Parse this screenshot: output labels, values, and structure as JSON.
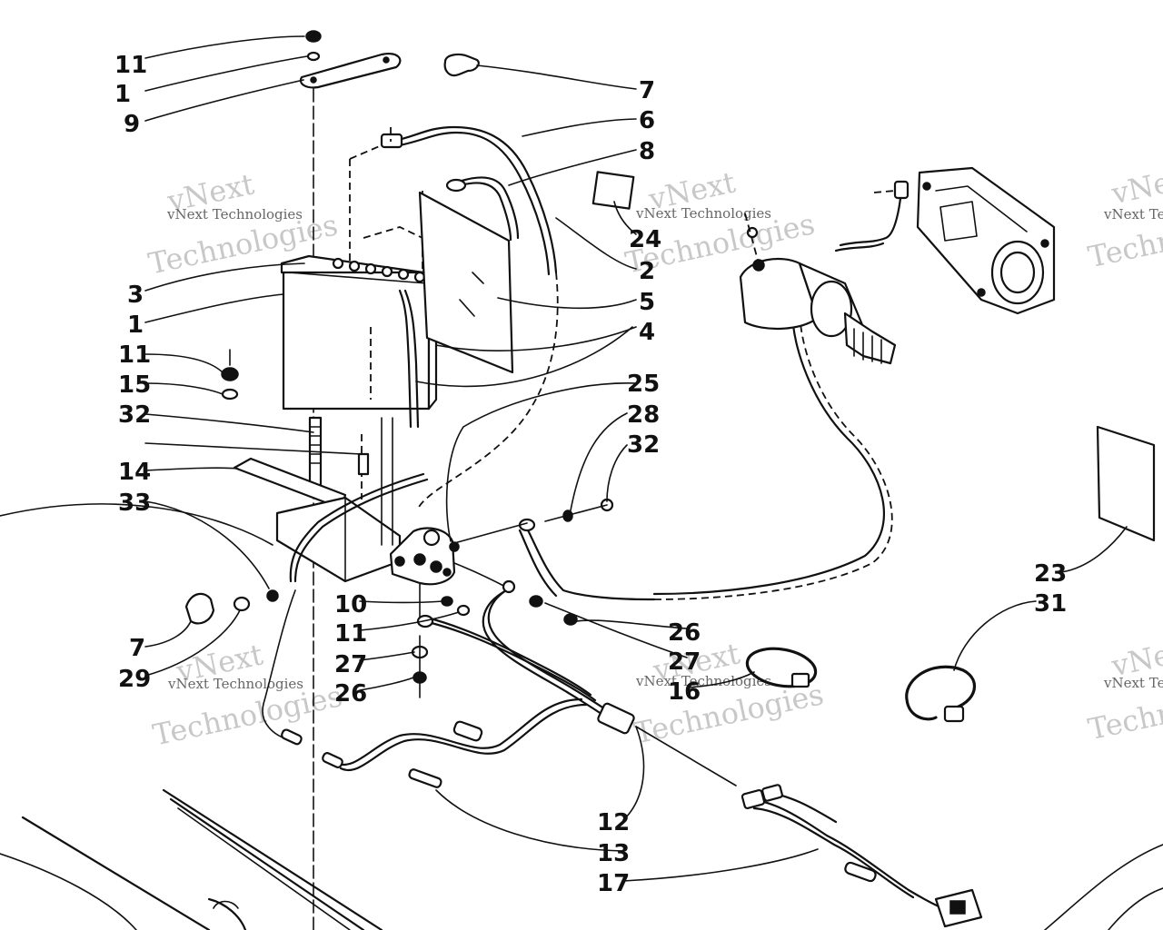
{
  "watermark": {
    "small": "vNext Technologies",
    "big_top": "vNext",
    "big_bottom": "Technologies"
  },
  "callouts": [
    {
      "id": "c-11-a",
      "text": "11"
    },
    {
      "id": "c-1-a",
      "text": "1"
    },
    {
      "id": "c-9",
      "text": "9"
    },
    {
      "id": "c-7-a",
      "text": "7"
    },
    {
      "id": "c-6",
      "text": "6"
    },
    {
      "id": "c-8",
      "text": "8"
    },
    {
      "id": "c-24",
      "text": "24"
    },
    {
      "id": "c-2",
      "text": "2"
    },
    {
      "id": "c-5",
      "text": "5"
    },
    {
      "id": "c-4",
      "text": "4"
    },
    {
      "id": "c-3",
      "text": "3"
    },
    {
      "id": "c-1-b",
      "text": "1"
    },
    {
      "id": "c-11-b",
      "text": "11"
    },
    {
      "id": "c-15",
      "text": "15"
    },
    {
      "id": "c-32-a",
      "text": "32"
    },
    {
      "id": "c-14",
      "text": "14"
    },
    {
      "id": "c-33",
      "text": "33"
    },
    {
      "id": "c-25",
      "text": "25"
    },
    {
      "id": "c-28",
      "text": "28"
    },
    {
      "id": "c-32-b",
      "text": "32"
    },
    {
      "id": "c-10",
      "text": "10"
    },
    {
      "id": "c-11-c",
      "text": "11"
    },
    {
      "id": "c-27-a",
      "text": "27"
    },
    {
      "id": "c-26-a",
      "text": "26"
    },
    {
      "id": "c-7-b",
      "text": "7"
    },
    {
      "id": "c-29",
      "text": "29"
    },
    {
      "id": "c-26-b",
      "text": "26"
    },
    {
      "id": "c-27-b",
      "text": "27"
    },
    {
      "id": "c-16",
      "text": "16"
    },
    {
      "id": "c-23",
      "text": "23"
    },
    {
      "id": "c-31",
      "text": "31"
    },
    {
      "id": "c-12",
      "text": "12"
    },
    {
      "id": "c-13",
      "text": "13"
    },
    {
      "id": "c-17",
      "text": "17"
    }
  ]
}
